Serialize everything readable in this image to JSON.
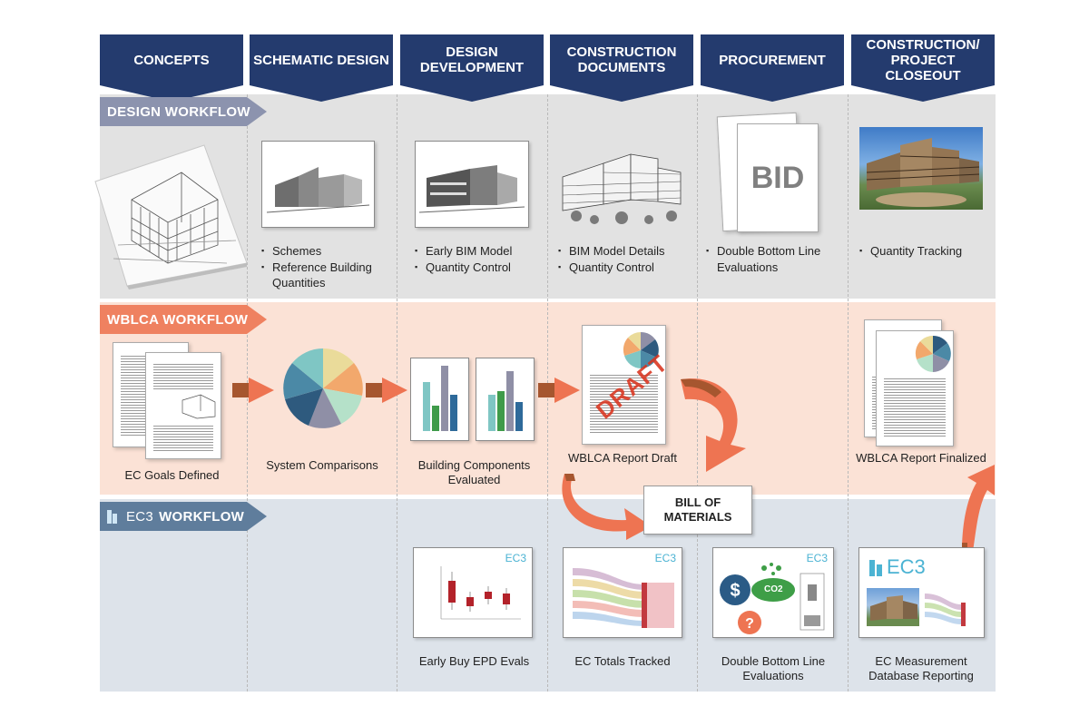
{
  "phases": [
    "CONCEPTS",
    "SCHEMATIC DESIGN",
    "DESIGN DEVELOPMENT",
    "CONSTRUCTION DOCUMENTS",
    "PROCUREMENT",
    "CONSTRUCTION/ PROJECT CLOSEOUT"
  ],
  "workflows": {
    "design": "DESIGN WORKFLOW",
    "wblca": "WBLCA WORKFLOW",
    "ec3_logo": "EC3",
    "ec3": "WORKFLOW"
  },
  "design_row": {
    "schematic": [
      "Schemes",
      "Reference Building Quantities"
    ],
    "development": [
      "Early BIM Model",
      "Quantity Control"
    ],
    "documents": [
      "BIM Model Details",
      "Quantity Control"
    ],
    "procurement": [
      "Double Bottom Line Evaluations"
    ],
    "closeout": [
      "Quantity Tracking"
    ],
    "bid": "BID"
  },
  "wblca_row": {
    "goals": "EC  Goals Defined",
    "comparisons": "System Comparisons",
    "components": "Building Components Evaluated",
    "draft": "WBLCA Report Draft",
    "draft_stamp": "DRAFT",
    "finalized": "WBLCA Report Finalized"
  },
  "bill_of_materials": "BILL OF MATERIALS",
  "ec3_row": {
    "early_buy": "Early Buy EPD Evals",
    "totals": "EC Totals Tracked",
    "dbl": "Double Bottom Line Evaluations",
    "reporting": "EC Measurement Database Reporting",
    "logo": "EC3",
    "co2": "CO2"
  },
  "colors": {
    "navy": "#243b6e",
    "design_band": "#e2e2e2",
    "wblca_band": "#fbe2d6",
    "ec3_band": "#dde3ea",
    "design_tag": "#8c93ae",
    "wblca_tag": "#ef8160",
    "ec3_tag": "#5f7d9c",
    "orange_arrow": "#ee7452"
  }
}
